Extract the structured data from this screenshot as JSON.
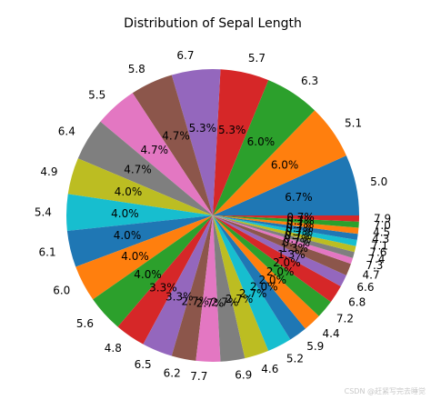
{
  "chart_data": {
    "type": "pie",
    "title": "Distribution of Sepal Length",
    "start_angle_deg": 0,
    "direction": "counterclockwise",
    "slices": [
      {
        "label": "5.0",
        "value": 10,
        "pct": "6.7%",
        "color": "#1f77b4"
      },
      {
        "label": "5.1",
        "value": 9,
        "pct": "6.0%",
        "color": "#ff7f0e"
      },
      {
        "label": "6.3",
        "value": 9,
        "pct": "6.0%",
        "color": "#2ca02c"
      },
      {
        "label": "5.7",
        "value": 8,
        "pct": "5.3%",
        "color": "#d62728"
      },
      {
        "label": "6.7",
        "value": 8,
        "pct": "5.3%",
        "color": "#9467bd"
      },
      {
        "label": "5.8",
        "value": 7,
        "pct": "4.7%",
        "color": "#8c564b"
      },
      {
        "label": "5.5",
        "value": 7,
        "pct": "4.7%",
        "color": "#e377c2"
      },
      {
        "label": "6.4",
        "value": 7,
        "pct": "4.7%",
        "color": "#7f7f7f"
      },
      {
        "label": "4.9",
        "value": 6,
        "pct": "4.0%",
        "color": "#bcbd22"
      },
      {
        "label": "5.4",
        "value": 6,
        "pct": "4.0%",
        "color": "#17becf"
      },
      {
        "label": "6.1",
        "value": 6,
        "pct": "4.0%",
        "color": "#1f77b4"
      },
      {
        "label": "6.0",
        "value": 6,
        "pct": "4.0%",
        "color": "#ff7f0e"
      },
      {
        "label": "5.6",
        "value": 6,
        "pct": "4.0%",
        "color": "#2ca02c"
      },
      {
        "label": "4.8",
        "value": 5,
        "pct": "3.3%",
        "color": "#d62728"
      },
      {
        "label": "6.5",
        "value": 5,
        "pct": "3.3%",
        "color": "#9467bd"
      },
      {
        "label": "6.2",
        "value": 4,
        "pct": "2.7%",
        "color": "#8c564b"
      },
      {
        "label": "7.7",
        "value": 4,
        "pct": "2.7%",
        "color": "#e377c2"
      },
      {
        "label": "6.9",
        "value": 4,
        "pct": "2.7%",
        "color": "#7f7f7f"
      },
      {
        "label": "4.6",
        "value": 4,
        "pct": "2.7%",
        "color": "#bcbd22"
      },
      {
        "label": "5.2",
        "value": 4,
        "pct": "2.7%",
        "color": "#17becf"
      },
      {
        "label": "5.9",
        "value": 3,
        "pct": "2.0%",
        "color": "#1f77b4"
      },
      {
        "label": "4.4",
        "value": 3,
        "pct": "2.0%",
        "color": "#ff7f0e"
      },
      {
        "label": "7.2",
        "value": 3,
        "pct": "2.0%",
        "color": "#2ca02c"
      },
      {
        "label": "6.8",
        "value": 3,
        "pct": "2.0%",
        "color": "#d62728"
      },
      {
        "label": "6.6",
        "value": 2,
        "pct": "1.3%",
        "color": "#9467bd"
      },
      {
        "label": "4.7",
        "value": 2,
        "pct": "1.3%",
        "color": "#8c564b"
      },
      {
        "label": "7.3",
        "value": 1,
        "pct": "0.7%",
        "color": "#e377c2"
      },
      {
        "label": "7.4",
        "value": 1,
        "pct": "0.7%",
        "color": "#7f7f7f"
      },
      {
        "label": "7.6",
        "value": 1,
        "pct": "0.7%",
        "color": "#bcbd22"
      },
      {
        "label": "7.1",
        "value": 1,
        "pct": "0.7%",
        "color": "#17becf"
      },
      {
        "label": "4.3",
        "value": 1,
        "pct": "0.7%",
        "color": "#1f77b4"
      },
      {
        "label": "4.5",
        "value": 1,
        "pct": "0.7%",
        "color": "#ff7f0e"
      },
      {
        "label": "7.0",
        "value": 1,
        "pct": "0.7%",
        "color": "#2ca02c"
      },
      {
        "label": "7.9",
        "value": 1,
        "pct": "0.7%",
        "color": "#d62728"
      }
    ]
  },
  "watermark": "CSDN @赶紧写完去睡觉"
}
